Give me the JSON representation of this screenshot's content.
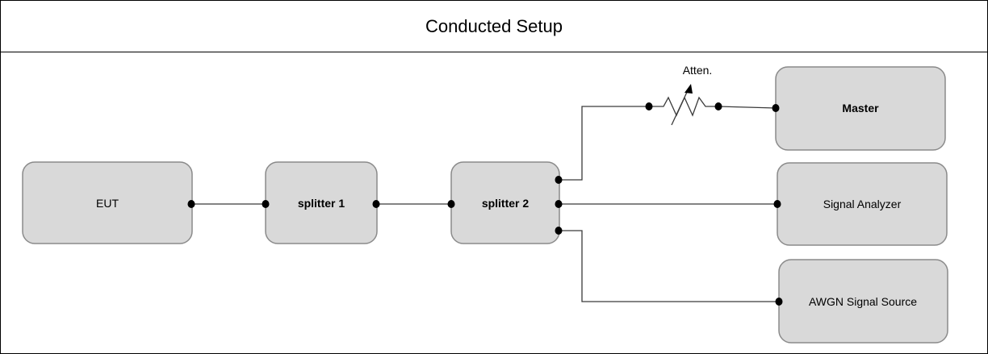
{
  "title": "Conducted Setup",
  "nodes": {
    "eut": "EUT",
    "splitter1": "splitter 1",
    "splitter2": "splitter 2",
    "master": "Master",
    "signal_analyzer": "Signal Analyzer",
    "awgn": "AWGN Signal Source"
  },
  "attenuator": {
    "label": "Atten."
  }
}
